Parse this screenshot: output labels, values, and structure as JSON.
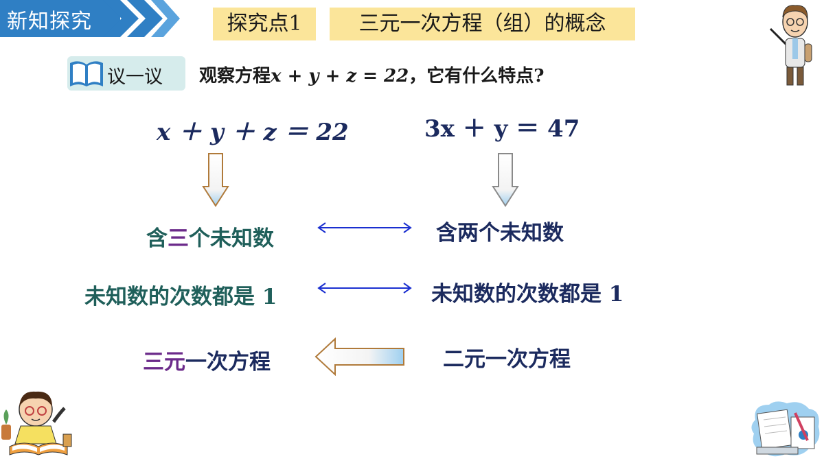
{
  "header": {
    "section_label": "新知探究",
    "topic": "探究点1",
    "title": "三元一次方程（组）的概念"
  },
  "discuss": {
    "label": "议一议",
    "question_prefix": "观察方程",
    "question_equation": "x + y + z = 22",
    "question_suffix": "，它有什么特点?"
  },
  "left": {
    "equation": "x ＋ y ＋ z ＝ 22",
    "feature1_prefix": "含",
    "feature1_highlight": "三",
    "feature1_suffix": "个未知数",
    "feature2": "未知数的次数都是 1",
    "result_highlight": "三元",
    "result_suffix": "一次方程"
  },
  "right": {
    "equation": "3x ＋ y ＝ 47",
    "feature1": "含两个未知数",
    "feature2": "未知数的次数都是 1",
    "result": "二元一次方程"
  },
  "colors": {
    "banner": "#2f7fc4",
    "highlight_box": "#fbe59a",
    "discuss_box": "#d6ecec",
    "navy_text": "#1b2a5e",
    "teal_text": "#1f5f5a",
    "purple_text": "#6b2a8a",
    "arrow_blue": "#1a2fd0"
  },
  "icons": [
    "book-icon",
    "teacher-illustration",
    "student-reading-illustration",
    "math-notebook-illustration",
    "down-arrow-icon",
    "double-arrow-icon",
    "left-arrow-icon"
  ]
}
